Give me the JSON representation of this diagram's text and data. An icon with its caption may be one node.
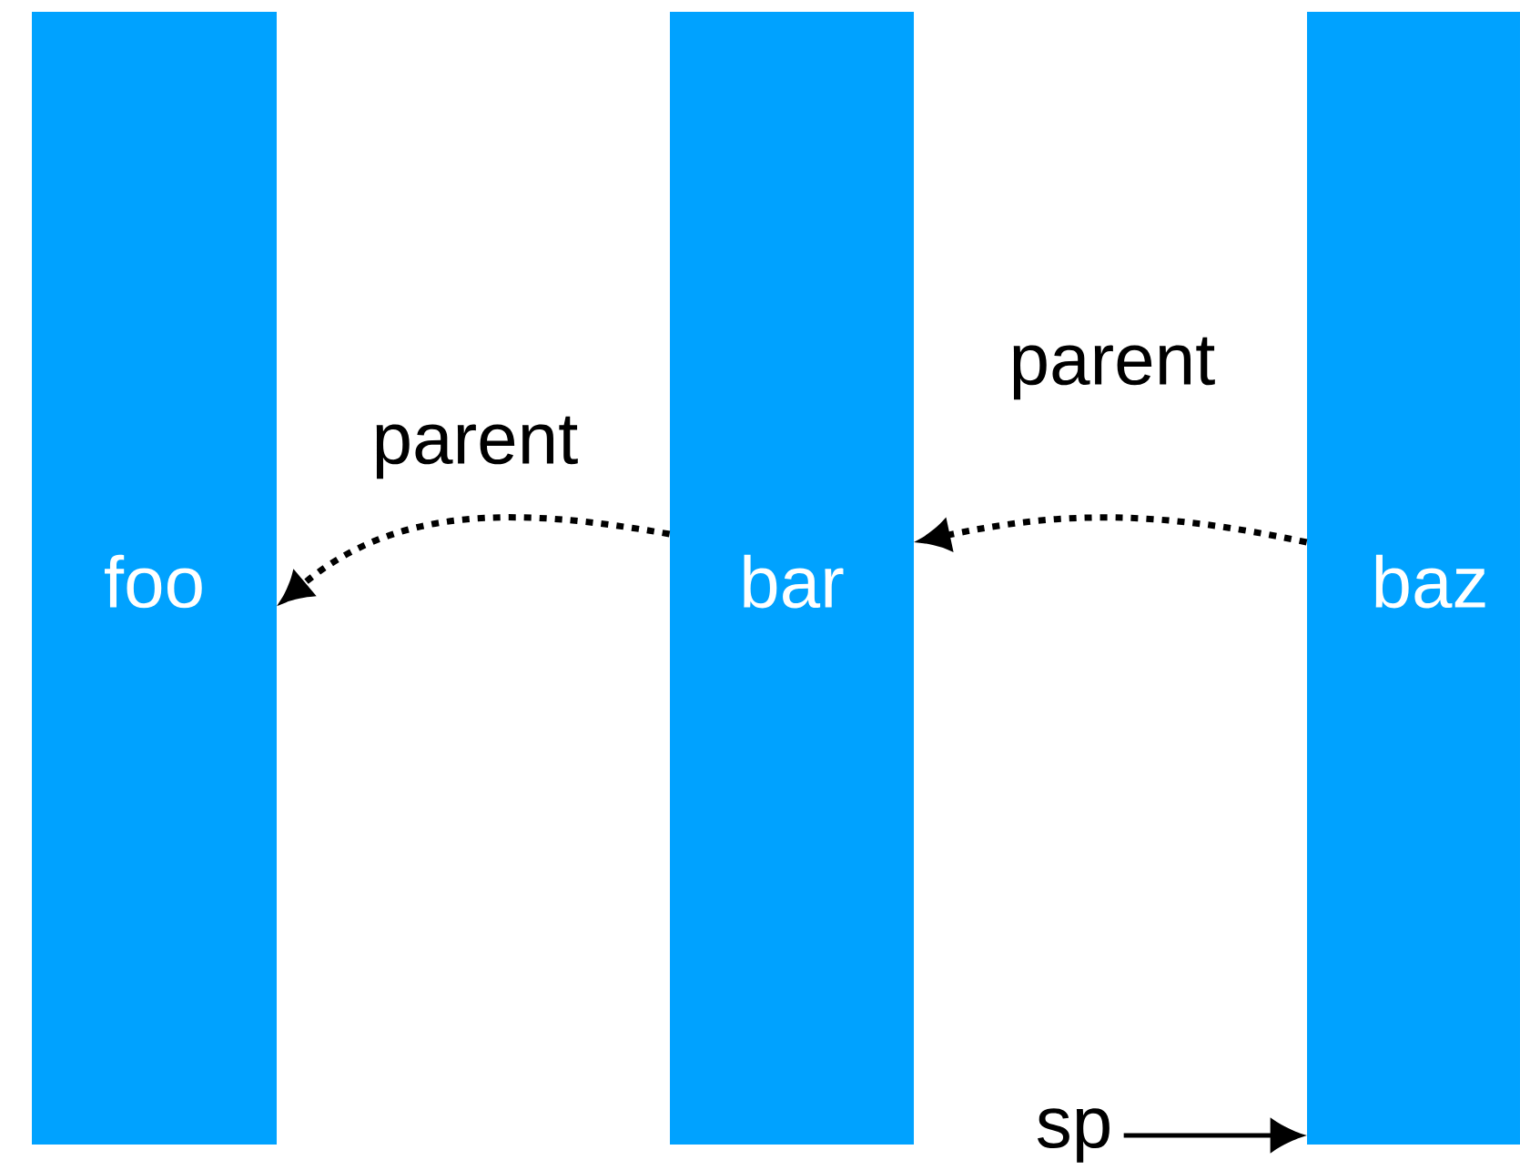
{
  "diagram": {
    "nodes": [
      {
        "text": [
          "foo"
        ]
      },
      {
        "text": [
          "bar"
        ]
      },
      {
        "text": [
          "baz"
        ]
      },
      {
        "text": [
          "sp"
        ]
      }
    ],
    "edges": [
      {
        "from": 1,
        "to": 0,
        "arrow": "to",
        "label": "parent",
        "style": "dashed"
      },
      {
        "from": 2,
        "to": 1,
        "arrow": "to",
        "label": "parent",
        "style": "dashed"
      },
      {
        "from": 3,
        "to": 2,
        "arrow": "to"
      }
    ]
  }
}
